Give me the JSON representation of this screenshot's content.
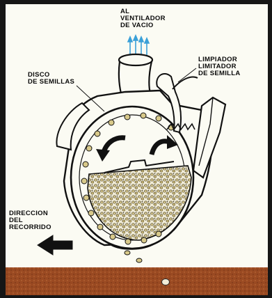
{
  "labels": {
    "vacuum": [
      "AL",
      "VENTILADOR",
      "DE VACIO"
    ],
    "disk": [
      "DISCO",
      "DE SEMILLAS"
    ],
    "cleaner": [
      "LIMPIADOR",
      "LIMITADOR",
      "DE SEMILLA"
    ],
    "direction": [
      "DIRECCION",
      "DEL",
      "RECORRIDO"
    ]
  },
  "colors": {
    "frame": "#161616",
    "background": "#fbfbf3",
    "soil": "#9a4a22",
    "seeds": "#d8c98a",
    "arrow_vacuum": "#3aa0d8",
    "rotation_arrows": "#111111"
  },
  "icons": {
    "travel_direction": "arrow-left-icon",
    "rotation": "curved-arrow-icon",
    "air_flow": "arrow-up-icon"
  }
}
